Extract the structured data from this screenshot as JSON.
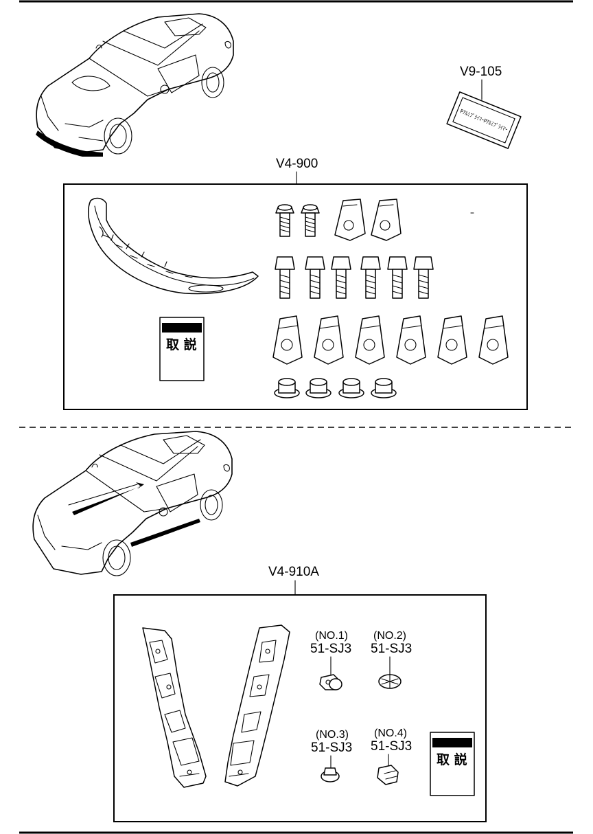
{
  "kits": {
    "primer": {
      "code": "V9-105",
      "packet_text": "PｱﾙﾐﾌﾟﾗｲﾏｰPｱﾙﾐﾌﾟﾗｲﾏｰ"
    },
    "front_lip": {
      "code": "V4-900",
      "manual_label": "取 説"
    },
    "side_skirt": {
      "code": "V4-910A",
      "manual_label": "取 説",
      "clips": [
        {
          "no": "(NO.1)",
          "part": "51-SJ3"
        },
        {
          "no": "(NO.2)",
          "part": "51-SJ3"
        },
        {
          "no": "(NO.3)",
          "part": "51-SJ3"
        },
        {
          "no": "(NO.4)",
          "part": "51-SJ3"
        }
      ]
    }
  },
  "colors": {
    "line": "#000000",
    "background": "#ffffff"
  }
}
